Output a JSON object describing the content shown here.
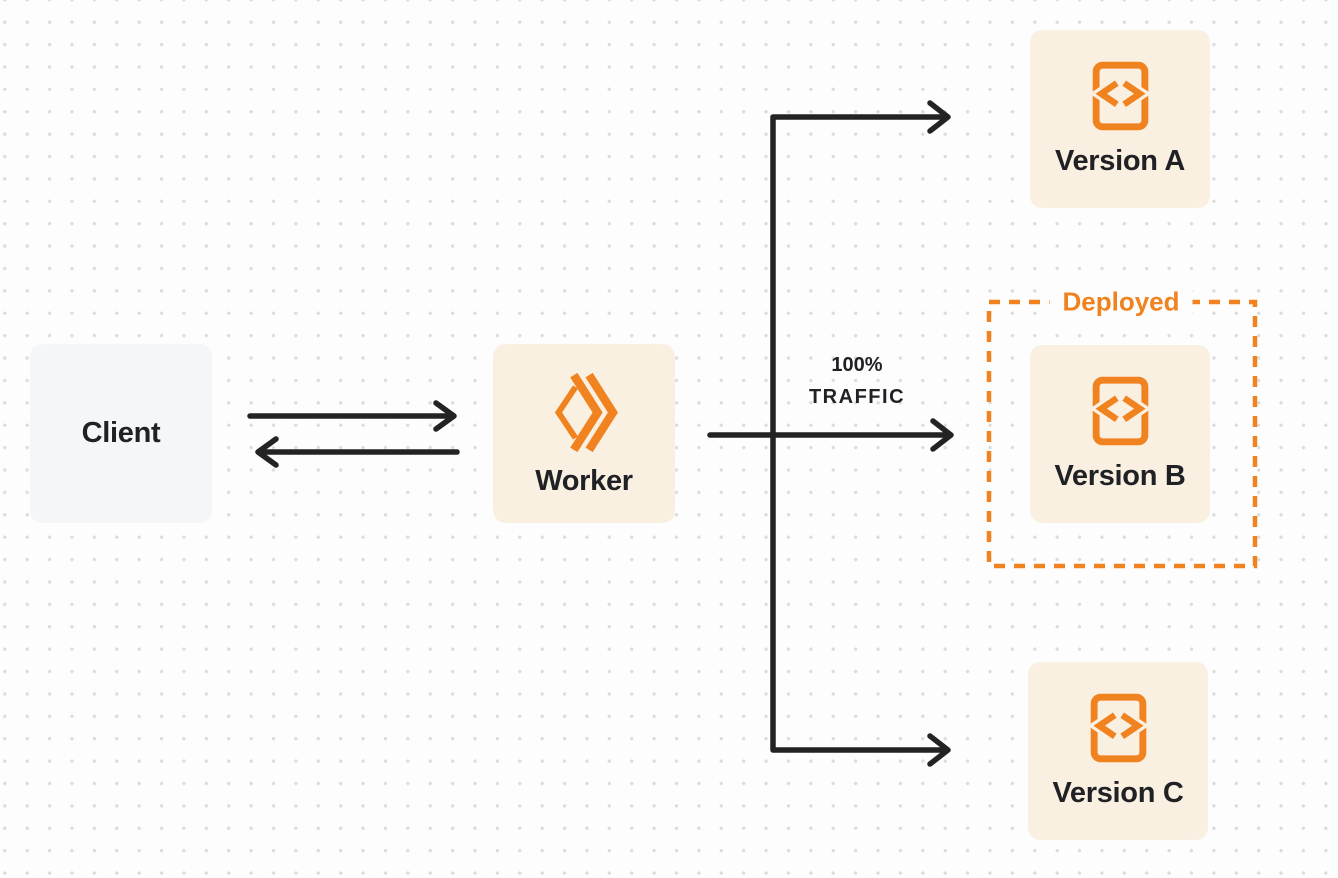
{
  "diagram": {
    "client": {
      "label": "Client"
    },
    "worker": {
      "label": "Worker",
      "icon": "cloudflare-workers-logo-icon"
    },
    "traffic": {
      "line1": "100%",
      "line2": "TRAFFIC"
    },
    "deployed_label": "Deployed",
    "versions": [
      {
        "label": "Version A",
        "icon": "code-file-icon",
        "deployed": false
      },
      {
        "label": "Version B",
        "icon": "code-file-icon",
        "deployed": true
      },
      {
        "label": "Version C",
        "icon": "code-file-icon",
        "deployed": false
      }
    ],
    "arrows": [
      {
        "name": "client-to-worker-request",
        "direction": "right"
      },
      {
        "name": "worker-to-client-response",
        "direction": "left"
      },
      {
        "name": "worker-traffic-to-version-b",
        "direction": "right",
        "label": "100% TRAFFIC"
      },
      {
        "name": "branch-to-version-a",
        "direction": "right"
      },
      {
        "name": "branch-to-version-c",
        "direction": "right"
      }
    ]
  },
  "colors": {
    "accent": "#f0821f",
    "cream": "#faf0e2",
    "client_bg": "#f5f6f7",
    "arrow": "#232323",
    "ink": "#202124",
    "page_bg": "#fdfdfd",
    "dot": "#dcdcdc"
  }
}
